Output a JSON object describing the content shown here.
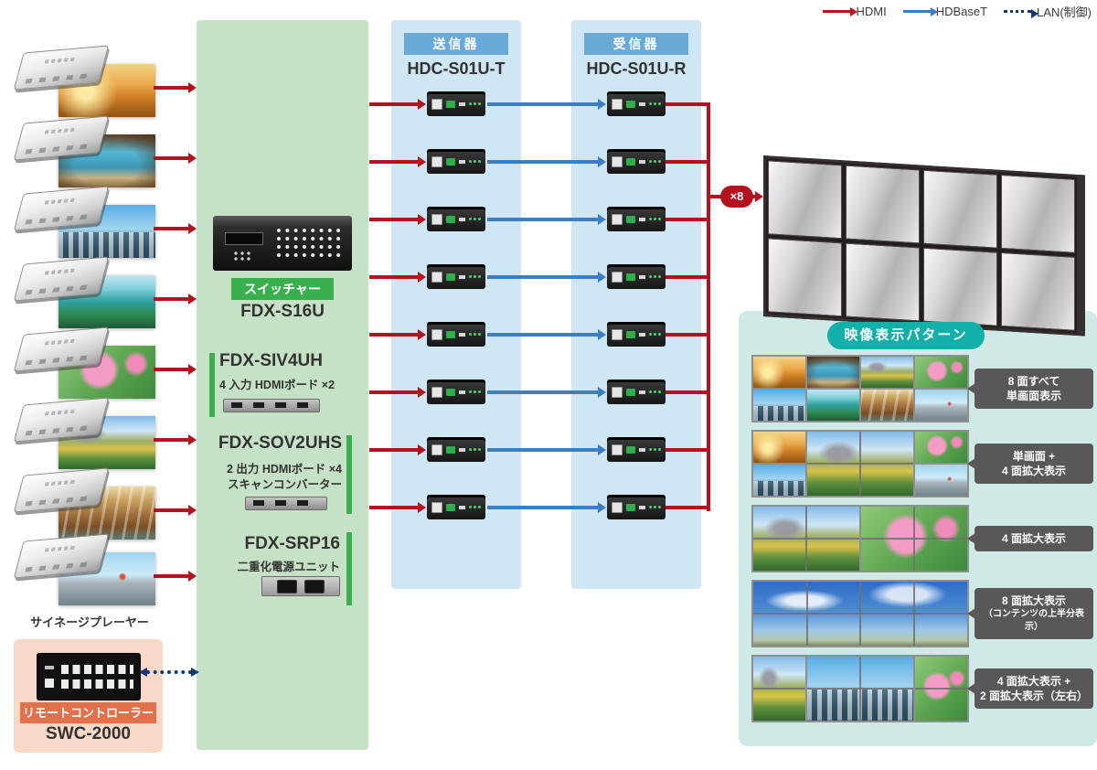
{
  "colors": {
    "red": "#b5121f",
    "blue": "#3d7ec0",
    "navy": "#17356e",
    "green_panel": "#c6e2c6",
    "green_accent": "#3aaf4e",
    "blue_panel": "#cfe6f4",
    "blue_badge": "#68a9d8",
    "teal_panel": "#cfe9e7",
    "teal_badge": "#12b0a9",
    "pink_panel": "#f8d8c7",
    "orange_badge": "#e0714a",
    "bubble": "#595757"
  },
  "legend": {
    "items": [
      {
        "name": "hdmi",
        "label": "HDMI",
        "style": "solid",
        "color_key": "red"
      },
      {
        "name": "hdbaset",
        "label": "HDBaseT",
        "style": "solid",
        "color_key": "blue"
      },
      {
        "name": "lan",
        "label": "LAN(制御)",
        "style": "dotted",
        "color_key": "navy"
      }
    ]
  },
  "sources": {
    "caption": "サイネージプレーヤー",
    "players": [
      {
        "photo": "sunset"
      },
      {
        "photo": "beach"
      },
      {
        "photo": "city"
      },
      {
        "photo": "lake"
      },
      {
        "photo": "lotus"
      },
      {
        "photo": "meadow"
      },
      {
        "photo": "falls"
      },
      {
        "photo": "tokyo"
      }
    ]
  },
  "switcher_panel": {
    "badge": "スイッチャー",
    "model": "FDX-S16U",
    "boards": [
      {
        "model": "FDX-SIV4UH",
        "lines": [
          "4 入力 HDMIボード ×2"
        ]
      },
      {
        "model": "FDX-SOV2UHS",
        "lines": [
          "2 出力 HDMIボード ×4",
          "スキャンコンバーター"
        ]
      },
      {
        "model": "FDX-SRP16",
        "lines": [
          "二重化電源ユニット"
        ]
      }
    ]
  },
  "transmitter": {
    "badge": "送信器",
    "model": "HDC-S01U-T",
    "count": 8
  },
  "receiver": {
    "badge": "受信器",
    "model": "HDC-S01U-R",
    "count": 8
  },
  "wall": {
    "multiplier": "×8",
    "monitors": 8
  },
  "patterns_panel": {
    "title": "映像表示パターン",
    "patterns": [
      {
        "label_lines": [
          "8 面すべて",
          "単画面表示"
        ],
        "cells": [
          {
            "img": "sunset",
            "col": 1,
            "row": 1
          },
          {
            "img": "beach",
            "col": 2,
            "row": 1
          },
          {
            "img": "meadow",
            "col": 3,
            "row": 1
          },
          {
            "img": "lotus",
            "col": 4,
            "row": 1
          },
          {
            "img": "city",
            "col": 1,
            "row": 2
          },
          {
            "img": "lake",
            "col": 2,
            "row": 2
          },
          {
            "img": "falls",
            "col": 3,
            "row": 2
          },
          {
            "img": "tokyo",
            "col": 4,
            "row": 2
          }
        ]
      },
      {
        "label_lines": [
          "単画面 +",
          "4 面拡大表示"
        ],
        "cells": [
          {
            "img": "sunset",
            "col": 1,
            "row": 1
          },
          {
            "img": "meadow",
            "col": 2,
            "row": 1,
            "colspan": 2,
            "rowspan": 2
          },
          {
            "img": "lotus",
            "col": 4,
            "row": 1
          },
          {
            "img": "city",
            "col": 1,
            "row": 2
          },
          {
            "img": "tokyo",
            "col": 4,
            "row": 2
          }
        ]
      },
      {
        "label_lines": [
          "4 面拡大表示"
        ],
        "cells": [
          {
            "img": "meadow",
            "col": 1,
            "row": 1,
            "colspan": 2,
            "rowspan": 2
          },
          {
            "img": "lotus",
            "col": 3,
            "row": 1,
            "colspan": 2,
            "rowspan": 2
          }
        ]
      },
      {
        "label_lines": [
          "8 面拡大表示",
          "（コンテンツの上半分表示）"
        ],
        "small_second_line": true,
        "cells": [
          {
            "img": "sky",
            "col": 1,
            "row": 1,
            "colspan": 4,
            "rowspan": 2
          }
        ]
      },
      {
        "label_lines": [
          "4 面拡大表示 +",
          "2 面拡大表示（左右）"
        ],
        "cells": [
          {
            "img": "meadow",
            "col": 1,
            "row": 1,
            "rowspan": 2
          },
          {
            "img": "city",
            "col": 2,
            "row": 1,
            "colspan": 2,
            "rowspan": 2
          },
          {
            "img": "lotus",
            "col": 4,
            "row": 1,
            "rowspan": 2
          }
        ]
      }
    ]
  },
  "controller": {
    "badge": "リモートコントローラー",
    "model": "SWC-2000"
  }
}
